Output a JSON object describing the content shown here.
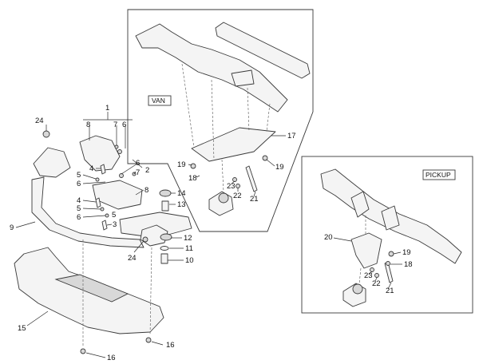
{
  "boxes": {
    "van": "VAN",
    "pickup": "PICKUP"
  },
  "callouts": {
    "c1": "1",
    "c2": "2",
    "c3": "3",
    "c4a": "4",
    "c4b": "4",
    "c5a": "5",
    "c5b": "5",
    "c5c": "5",
    "c6a": "6",
    "c6b": "6",
    "c6c": "6",
    "c6d": "6",
    "c7a": "7",
    "c7b": "7",
    "c8a": "8",
    "c8b": "8",
    "c9": "9",
    "c10": "10",
    "c11": "11",
    "c12": "12",
    "c13": "13",
    "c14": "14",
    "c15": "15",
    "c16a": "16",
    "c16b": "16",
    "c17": "17",
    "c18a": "18",
    "c18b": "18",
    "c19a": "19",
    "c19b": "19",
    "c19c": "19",
    "c20": "20",
    "c21a": "21",
    "c21b": "21",
    "c22a": "22",
    "c22b": "22",
    "c23a": "23",
    "c23b": "23",
    "c24a": "24",
    "c24b": "24"
  }
}
